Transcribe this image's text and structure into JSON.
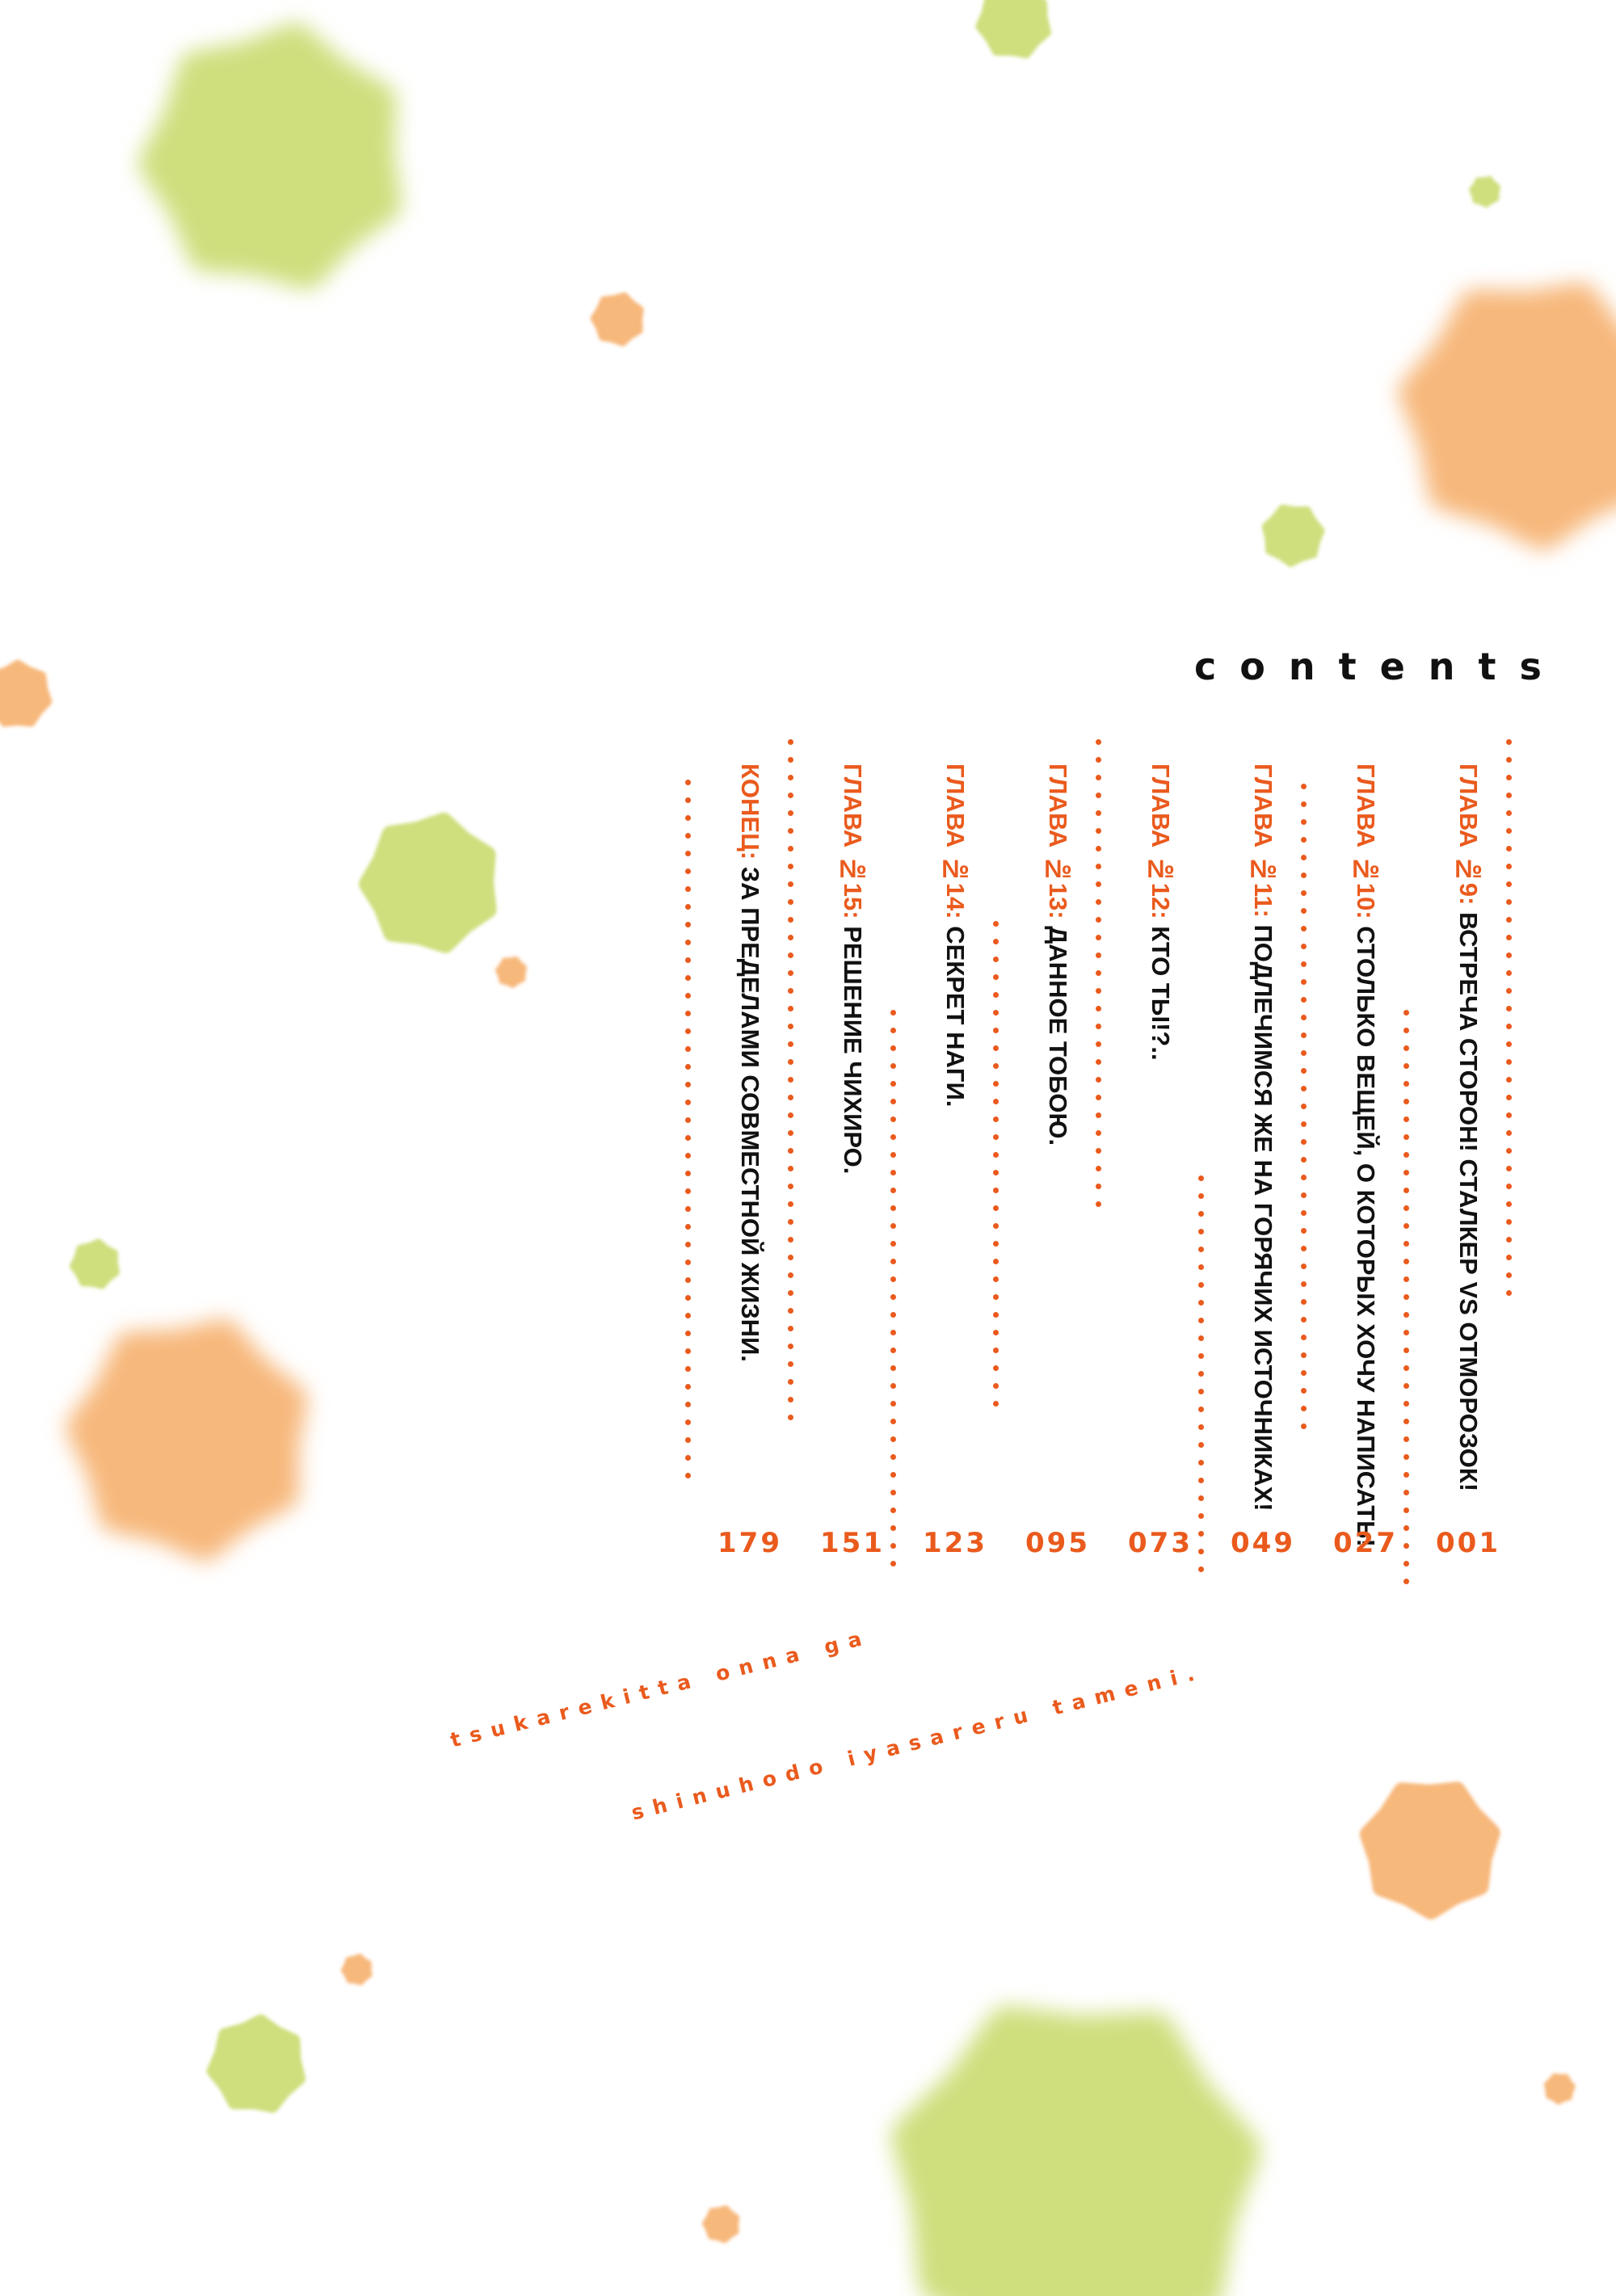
{
  "title": "contents",
  "chapters": [
    {
      "label": "ГЛАВА №9:",
      "title": " ВСТРЕЧА СТОРОН! СТАЛКЕР VS ОТМОРОЗОК!",
      "page": "001"
    },
    {
      "label": "ГЛАВА №10:",
      "title": " СТОЛЬКО ВЕЩЕЙ, О КОТОРЫХ ХОЧУ НАПИСАТЬ!",
      "page": "027"
    },
    {
      "label": "ГЛАВА №11:",
      "title": " ПОДЛЕЧИМСЯ ЖЕ НА ГОРЯЧИХ ИСТОЧНИКАХ!",
      "page": "049"
    },
    {
      "label": "ГЛАВА №12:",
      "title": " КТО ТЫ!?..",
      "page": "073"
    },
    {
      "label": "ГЛАВА №13:",
      "title": " ДАННОЕ ТОБОЮ.",
      "page": "095"
    },
    {
      "label": "ГЛАВА №14:",
      "title": " СЕКРЕТ НАГИ.",
      "page": "123"
    },
    {
      "label": "ГЛАВА №15:",
      "title": " РЕШЕНИЕ ЧИХИРО.",
      "page": "151"
    },
    {
      "label": "КОНЕЦ:",
      "title": " ЗА ПРЕДЕЛАМИ СОВМЕСТНОЙ ЖИЗНИ.",
      "page": "179"
    }
  ],
  "subtitle": {
    "line1": "tsukarekitta onna ga",
    "line2": "shinuhodo iyasareru tameni."
  },
  "colors": {
    "accent": "#ea5a1d",
    "text": "#111111",
    "green": "#cfdf7e",
    "orange": "#f7b87b"
  }
}
